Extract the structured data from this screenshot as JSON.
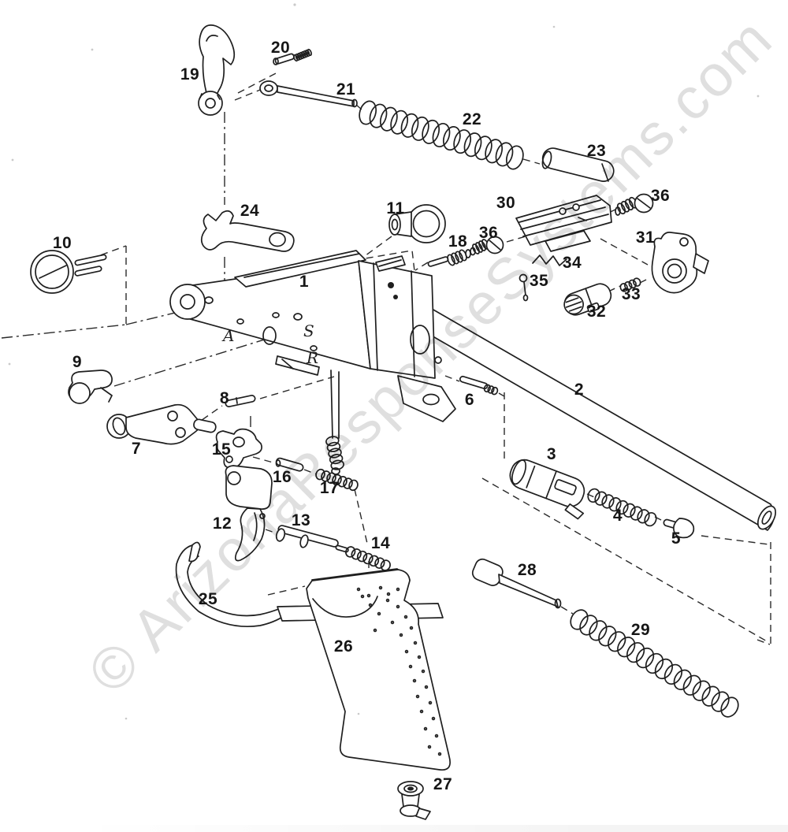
{
  "page": {
    "background": "#ffffff",
    "description": "Exploded parts diagram of a firearm receiver, barrel and trigger group (scanned line art)"
  },
  "watermark": {
    "text": "© ArizonaResponseSystems.com",
    "color_hex": "#d7d7d7"
  },
  "diagram": {
    "receiver_markings": {
      "a": "A",
      "s": "S",
      "r": "R"
    },
    "part_labels": {
      "p1": "1",
      "p2": "2",
      "p3": "3",
      "p4": "4",
      "p5": "5",
      "p6": "6",
      "p7": "7",
      "p8": "8",
      "p9": "9",
      "p10": "10",
      "p11": "11",
      "p12": "12",
      "p13": "13",
      "p14": "14",
      "p15": "15",
      "p16": "16",
      "p17": "17",
      "p18": "18",
      "p19": "19",
      "p20": "20",
      "p21": "21",
      "p22": "22",
      "p23": "23",
      "p24": "24",
      "p25": "25",
      "p26": "26",
      "p27": "27",
      "p28": "28",
      "p29": "29",
      "p30": "30",
      "p31": "31",
      "p32": "32",
      "p33": "33",
      "p34": "34",
      "p35": "35",
      "p36_top": "36",
      "p36_mid": "36"
    }
  }
}
